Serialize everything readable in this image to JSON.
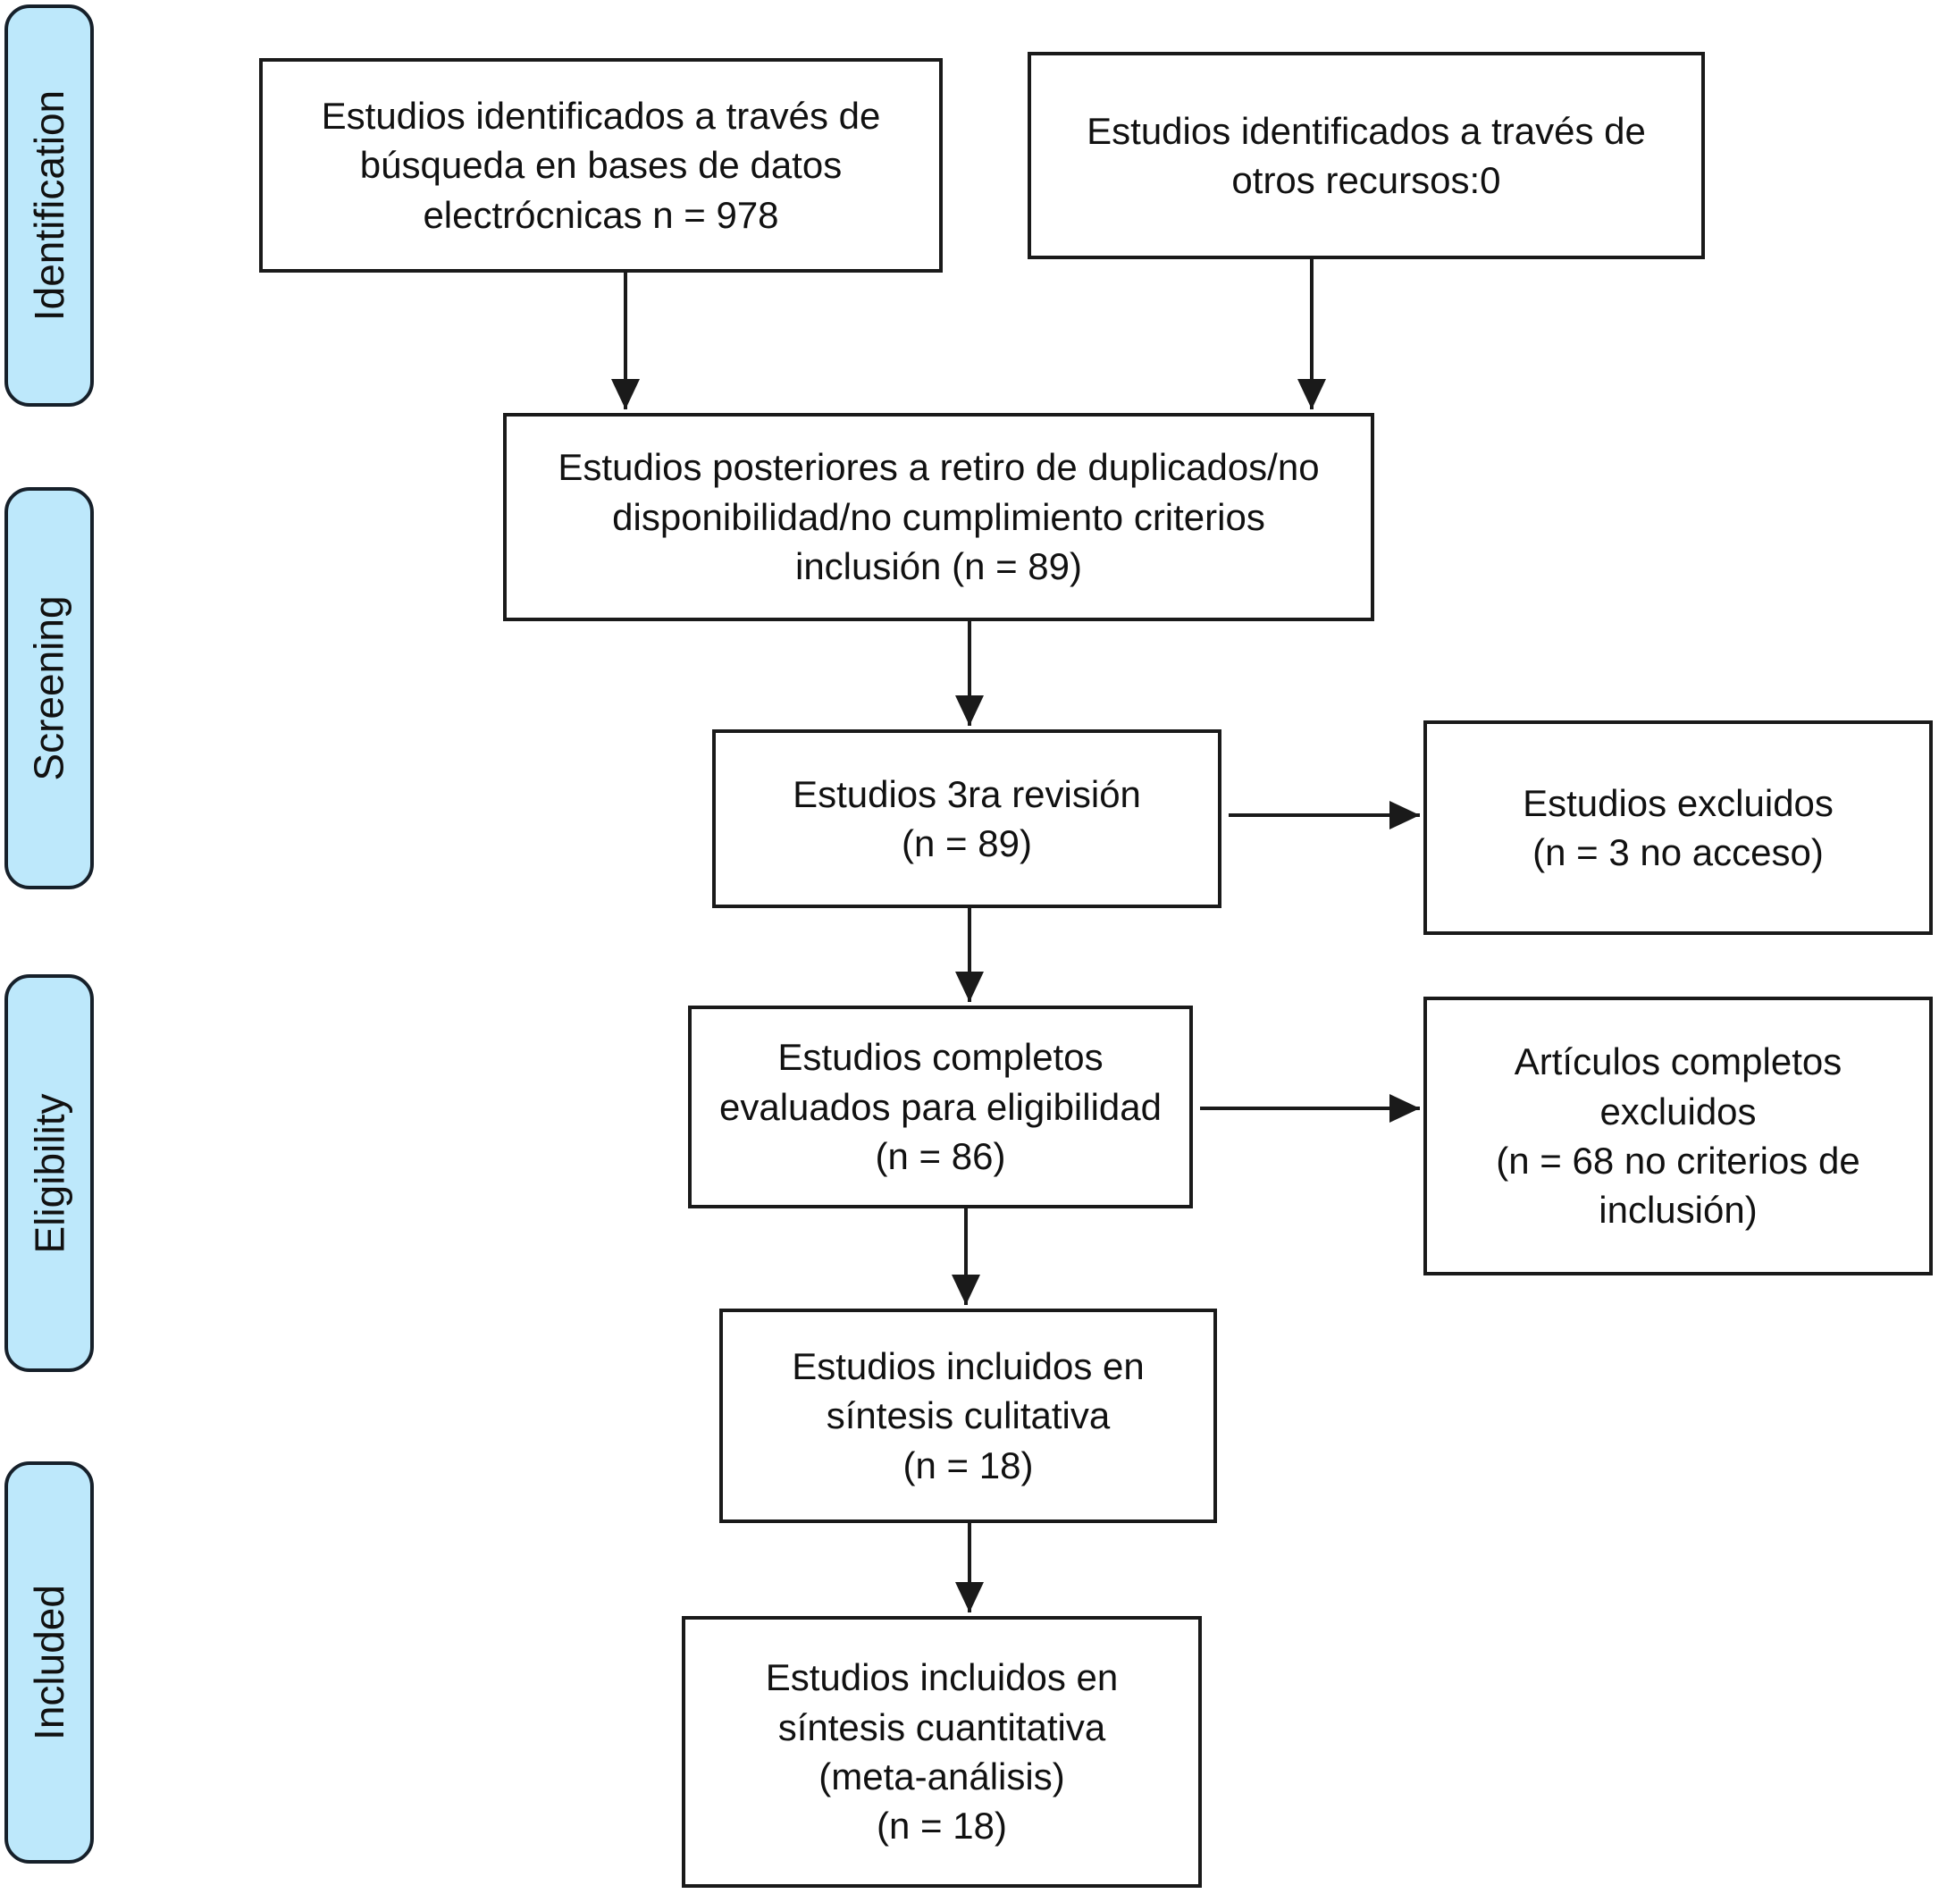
{
  "stages": [
    {
      "id": "identification",
      "label": "Identification"
    },
    {
      "id": "screening",
      "label": "Screening"
    },
    {
      "id": "eligibility",
      "label": "Eligibility"
    },
    {
      "id": "included",
      "label": "Included"
    }
  ],
  "boxes": [
    {
      "id": "identified-db",
      "text": "Estudios identificados a través de\nbúsqueda en bases de datos\nelectrócnicas n = 978"
    },
    {
      "id": "identified-other",
      "text": "Estudios identificados a través de\notros recursos:0"
    },
    {
      "id": "after-duplicates",
      "text": "Estudios posteriores a retiro de duplicados/no\ndisponibilidad/no cumplimiento criterios\ninclusión (n = 89)"
    },
    {
      "id": "third-review",
      "text": "Estudios 3ra revisión\n(n = 89)"
    },
    {
      "id": "excluded-no-access",
      "text": "Estudios excluidos\n(n = 3 no acceso)"
    },
    {
      "id": "fulltext-assessed",
      "text": "Estudios completos\nevaluados para eligibilidad\n(n = 86)"
    },
    {
      "id": "fulltext-excluded",
      "text": "Artículos completos\nexcluidos\n(n = 68 no criterios de\ninclusión)"
    },
    {
      "id": "qualitative",
      "text": "Estudios incluidos en\nsíntesis culitativa\n(n = 18)"
    },
    {
      "id": "quantitative",
      "text": "Estudios incluidos en\nsíntesis cuantitativa\n(meta-análisis)\n(n = 18)"
    }
  ],
  "colors": {
    "stage_fill": "#BDE8FB",
    "stage_border": "#16202A",
    "box_border": "#1A1A1A",
    "arrow": "#1A1A1A",
    "text": "#111111",
    "background": "#FFFFFF"
  }
}
